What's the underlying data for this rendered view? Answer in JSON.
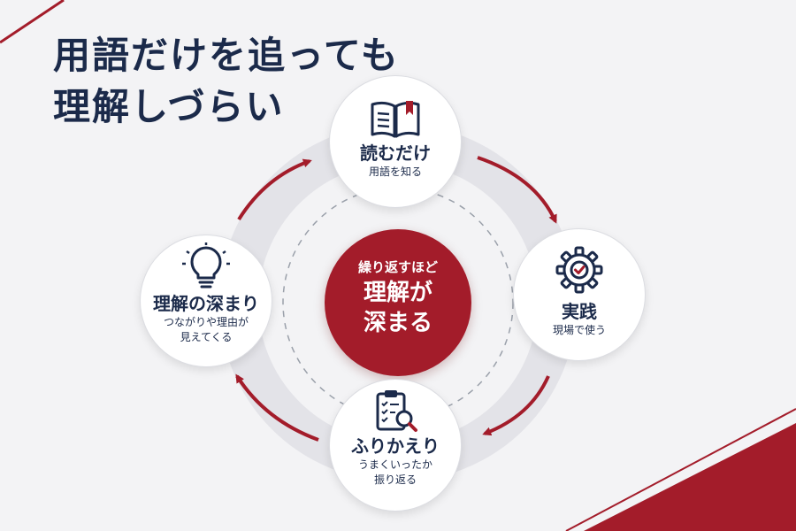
{
  "title": {
    "line1": "用語だけを追っても",
    "line2": "理解しづらい"
  },
  "center": {
    "subtitle": "繰り返すほど",
    "main": "理解が\n深まる"
  },
  "nodes": {
    "read": {
      "label": "読むだけ",
      "desc": "用語を知る",
      "icon": "book-icon"
    },
    "practice": {
      "label": "実践",
      "desc": "現場で使う",
      "icon": "gear-check-icon"
    },
    "reflect": {
      "label": "ふりかえり",
      "desc": "うまくいったか\n振り返る",
      "icon": "clipboard-search-icon"
    },
    "deepen": {
      "label": "理解の深まり",
      "desc": "つながりや理由が\n見えてくる",
      "icon": "lightbulb-icon"
    }
  },
  "colors": {
    "accent": "#a31c2a",
    "navy": "#1b2a4a",
    "background": "#f3f3f5"
  }
}
